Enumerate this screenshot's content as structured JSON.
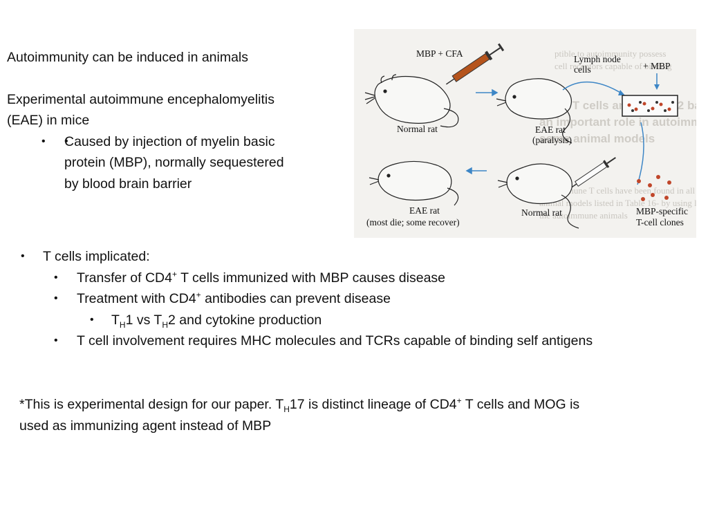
{
  "left_text": {
    "heading": "Autoimmunity can be induced in animals",
    "eae_line1": "Experimental autoimmune encephalomyelitis",
    "eae_line2": "(EAE) in mice",
    "bullet_line1": "Caused by injection of myelin basic",
    "bullet_line2": "protein (MBP), normally sequestered",
    "bullet_line3": "by blood brain barrier"
  },
  "tcells": {
    "title": "T cells implicated:",
    "b1_pre": "Transfer of CD4",
    "b1_sup": "+",
    "b1_post": " T cells immunized with MBP causes disease",
    "b2_pre": "Treatment with CD4",
    "b2_sup": "+",
    "b2_post": " antibodies can prevent disease",
    "b3_t1": "T",
    "b3_sub1": "H",
    "b3_mid": "1 vs T",
    "b3_sub2": "H",
    "b3_post": "2 and cytokine production",
    "b4": "T cell involvement requires MHC molecules and TCRs capable of binding self antigens"
  },
  "note": {
    "line1_pre": "*This is experimental design for our paper. T",
    "line1_sub": "H",
    "line1_mid": "17 is distinct lineage of CD4",
    "line1_sup": "+",
    "line1_post": " T cells and MOG is",
    "line2": "used as immunizing agent instead of MBP"
  },
  "figure": {
    "injection_label": "MBP  +  CFA",
    "lymph_line1": "Lymph node",
    "lymph_line2": "cells",
    "plus_mbp": "+ MBP",
    "normal_rat_top": "Normal rat",
    "eae_rat_top": "EAE rat",
    "paralysis": "(paralysis)",
    "eae_rat_bottom": "EAE rat",
    "most_die": "(most die; some recover)",
    "normal_rat_bottom": "Normal rat",
    "clones_line1": "MBP-specific",
    "clones_line2": "T-cell clones",
    "colors": {
      "syringe": "#b5541c",
      "arrow": "#3d86c6",
      "dots": "#c0462a"
    }
  }
}
